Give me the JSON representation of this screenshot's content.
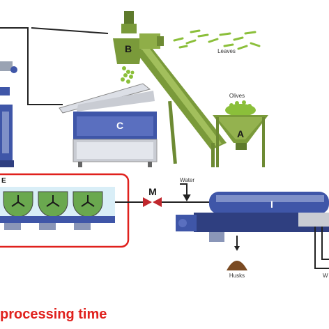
{
  "diagram": {
    "labels": {
      "hopper": "A",
      "leaf_remover": "B",
      "washer": "C",
      "malaxer": "E",
      "pump": "M",
      "decanter": "I"
    },
    "annotations": {
      "leaves": "Leaves",
      "olives": "Olives",
      "water": "Water",
      "husks": "Husks",
      "partial_right": "W"
    },
    "caption": "processing time",
    "colors": {
      "machine_blue": "#3f56a8",
      "machine_grey": "#c9ccd3",
      "conveyor_green": "#7a9a3a",
      "leaf_green": "#8bbf3a",
      "highlight_red": "#e0211d",
      "husk_brown": "#7a4a22"
    }
  }
}
